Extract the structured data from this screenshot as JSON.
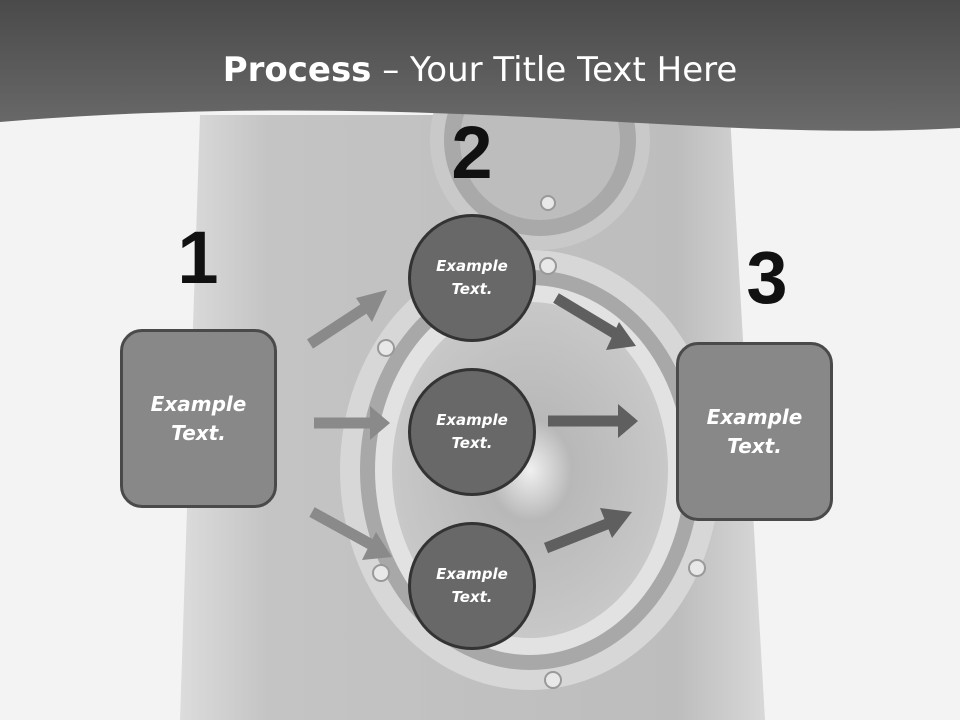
{
  "title": {
    "bold": "Process",
    "rest": " – Your Title Text Here"
  },
  "steps": [
    {
      "number": "1",
      "label": "Example Text."
    },
    {
      "number": "2",
      "items": [
        "Example Text.",
        "Example Text.",
        "Example Text."
      ]
    },
    {
      "number": "3",
      "label": "Example Text."
    }
  ],
  "colors": {
    "header": "#555555",
    "box_fill": "#888888",
    "circle_fill": "#686868",
    "border": "#444444",
    "arrow_left": "#8a8a8a",
    "arrow_right": "#5f5f5f",
    "number": "#111111"
  }
}
